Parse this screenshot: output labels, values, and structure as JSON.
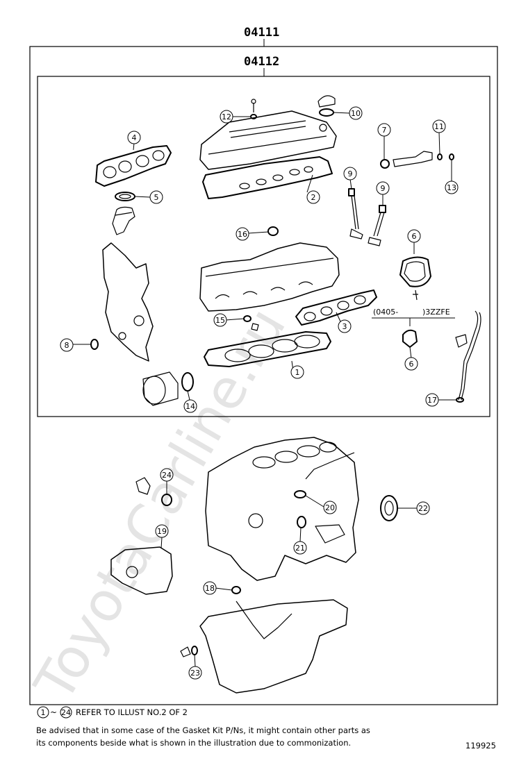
{
  "header": {
    "kit_number": "04111",
    "subkit_number": "04112"
  },
  "watermark": "ToyotaCarline.ru",
  "callouts": [
    {
      "num": "1"
    },
    {
      "num": "2"
    },
    {
      "num": "3"
    },
    {
      "num": "4"
    },
    {
      "num": "5"
    },
    {
      "num": "6"
    },
    {
      "num": "6"
    },
    {
      "num": "7"
    },
    {
      "num": "8"
    },
    {
      "num": "9"
    },
    {
      "num": "9"
    },
    {
      "num": "10"
    },
    {
      "num": "11"
    },
    {
      "num": "12"
    },
    {
      "num": "13"
    },
    {
      "num": "14"
    },
    {
      "num": "15"
    },
    {
      "num": "16"
    },
    {
      "num": "17"
    },
    {
      "num": "18"
    },
    {
      "num": "19"
    },
    {
      "num": "20"
    },
    {
      "num": "21"
    },
    {
      "num": "22"
    },
    {
      "num": "23"
    },
    {
      "num": "24"
    }
  ],
  "variant_label": {
    "date": "(0405-",
    "engine": ")3ZZFE"
  },
  "footer": {
    "range_start": "1",
    "range_end": "24",
    "refer_text": "REFER TO ILLUST NO.2 OF 2",
    "note_line1": "Be advised that in some case of the Gasket Kit P/Ns,  it might contain other parts as",
    "note_line2": "its components beside what is shown in the illustration due to commonization.",
    "illustration_id": "119925"
  }
}
